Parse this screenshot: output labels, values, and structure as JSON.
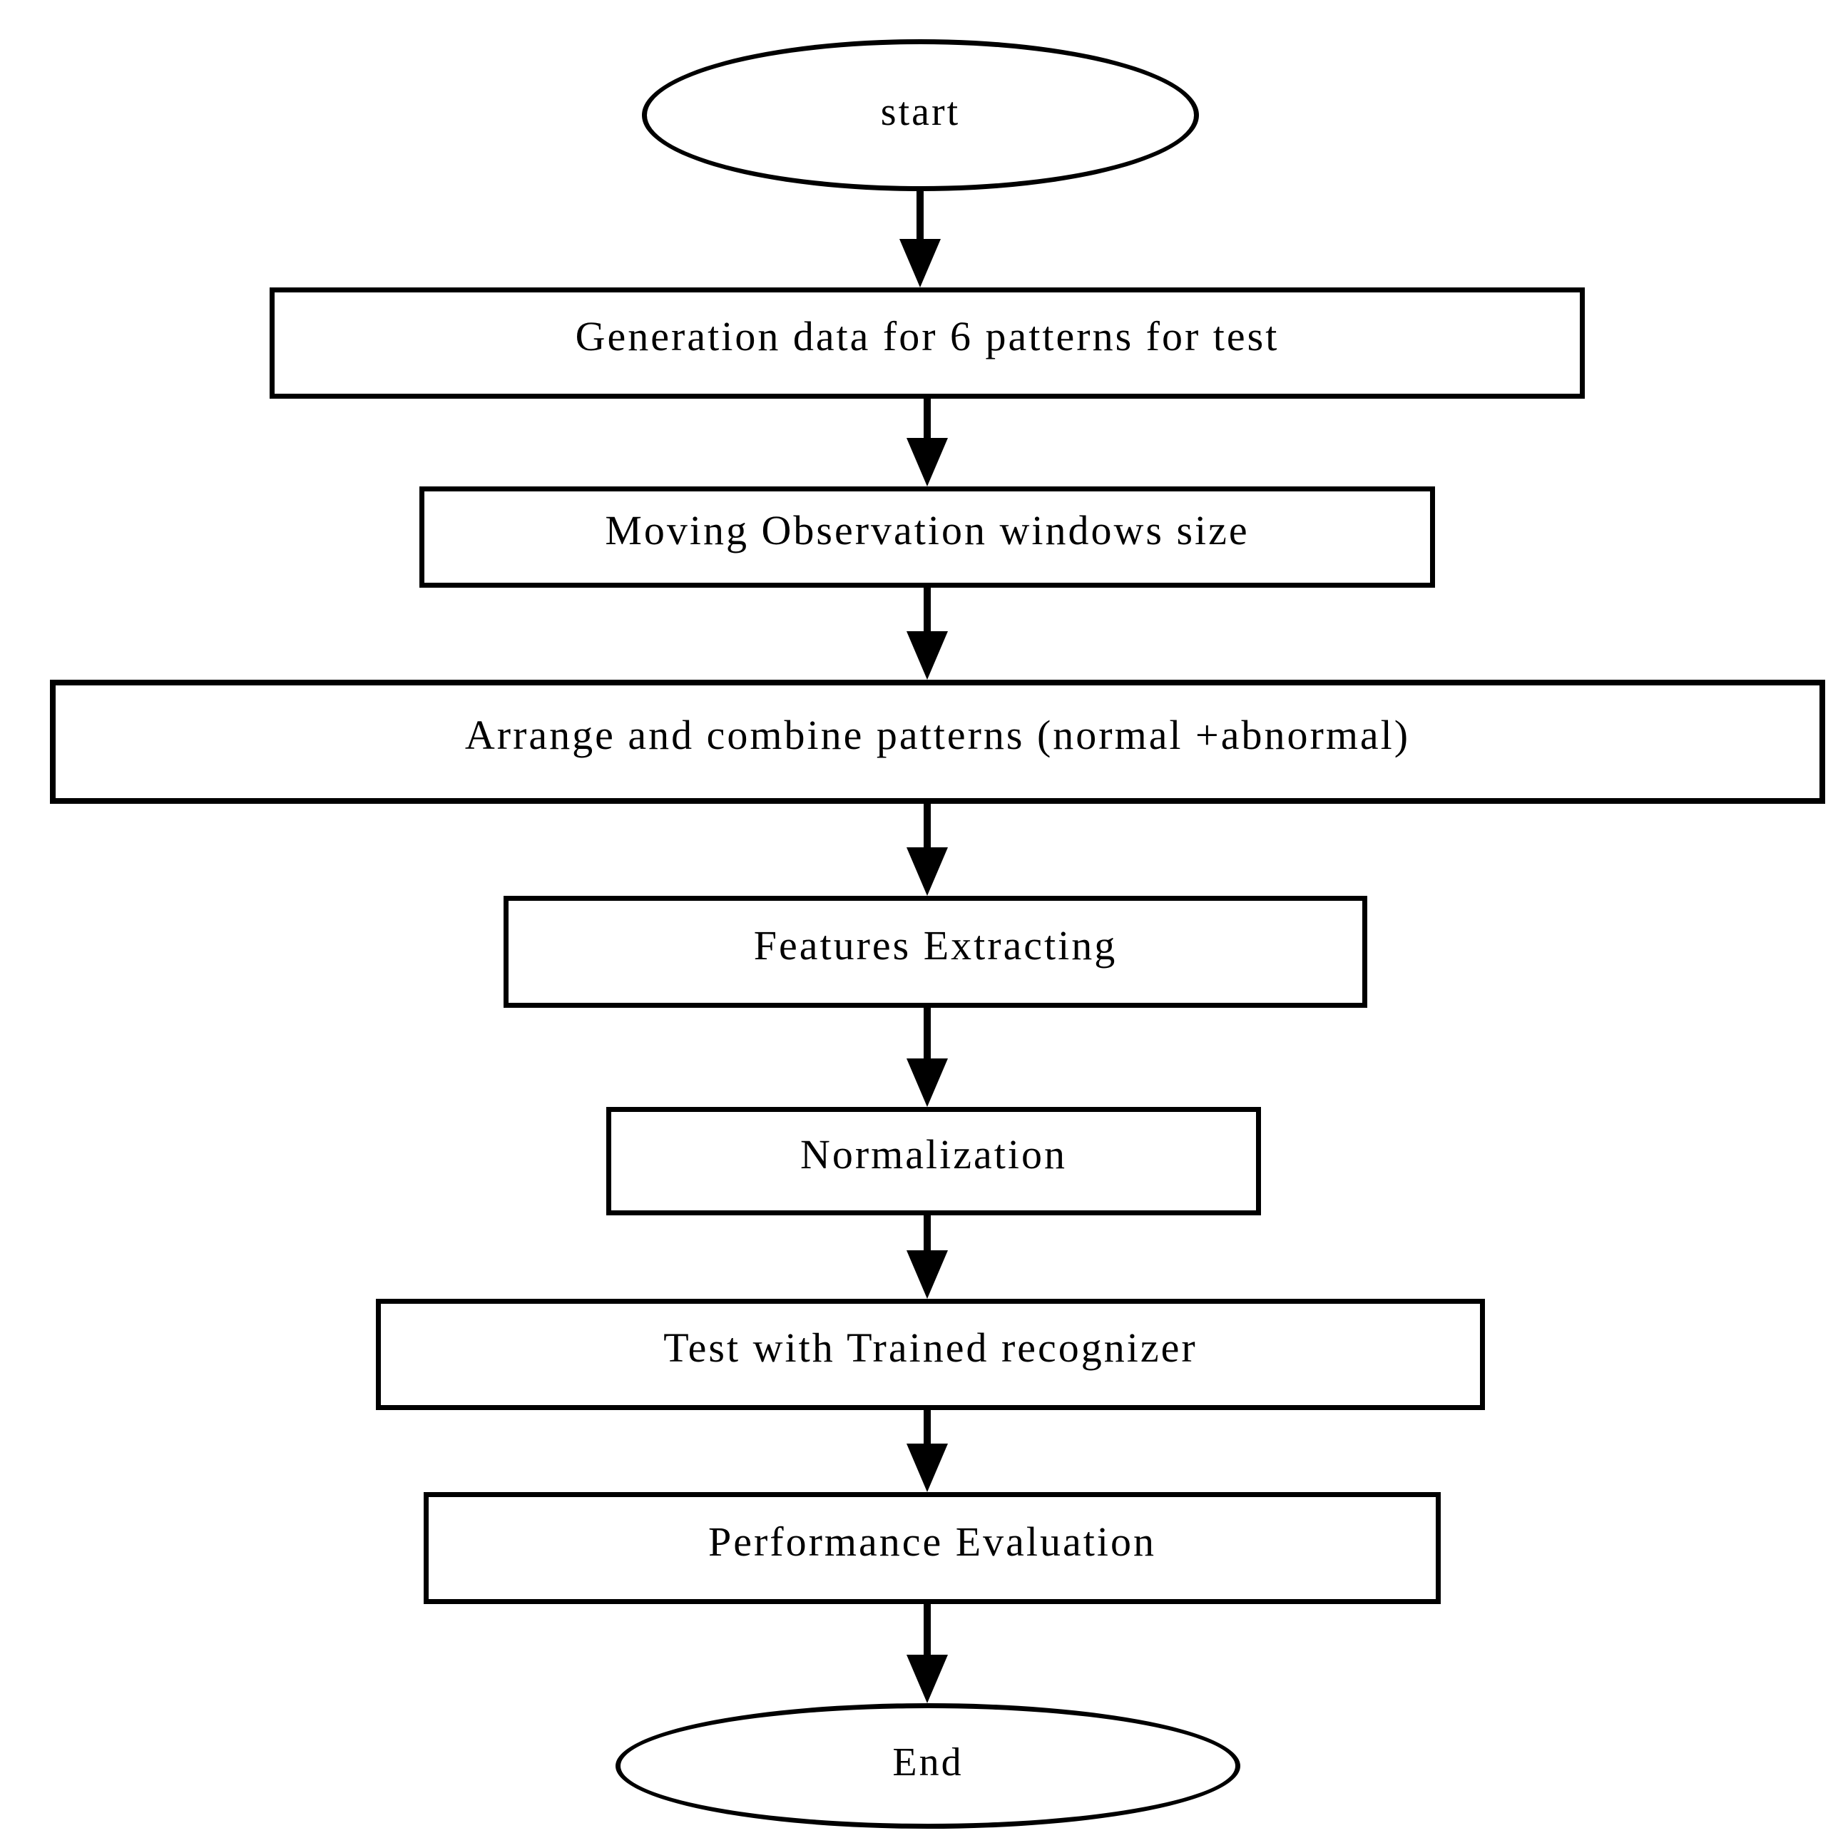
{
  "diagram": {
    "type": "flowchart",
    "colors": {
      "background": "#ffffff",
      "stroke": "#000000",
      "fill": "#ffffff",
      "text": "#000000"
    },
    "nodes": [
      {
        "id": "start",
        "shape": "terminator",
        "label": "start"
      },
      {
        "id": "generation-data-for-test",
        "shape": "process",
        "label": "Generation data for 6 patterns for test"
      },
      {
        "id": "moving-observation-windows-size",
        "shape": "process",
        "label": "Moving Observation windows size"
      },
      {
        "id": "arrange-combine-patterns",
        "shape": "process",
        "label": "Arrange and combine patterns (normal +abnormal)"
      },
      {
        "id": "features-extracting",
        "shape": "process",
        "label": "Features Extracting"
      },
      {
        "id": "normalization",
        "shape": "process",
        "label": "Normalization"
      },
      {
        "id": "test-with-trained-recognizer",
        "shape": "process",
        "label": "Test with Trained recognizer"
      },
      {
        "id": "performance-evaluation",
        "shape": "process",
        "label": "Performance Evaluation"
      },
      {
        "id": "end",
        "shape": "terminator",
        "label": "End"
      }
    ],
    "edges": [
      {
        "from": "start",
        "to": "generation-data-for-test"
      },
      {
        "from": "generation-data-for-test",
        "to": "moving-observation-windows-size"
      },
      {
        "from": "moving-observation-windows-size",
        "to": "arrange-combine-patterns"
      },
      {
        "from": "arrange-combine-patterns",
        "to": "features-extracting"
      },
      {
        "from": "features-extracting",
        "to": "normalization"
      },
      {
        "from": "normalization",
        "to": "test-with-trained-recognizer"
      },
      {
        "from": "test-with-trained-recognizer",
        "to": "performance-evaluation"
      },
      {
        "from": "performance-evaluation",
        "to": "end"
      }
    ]
  }
}
